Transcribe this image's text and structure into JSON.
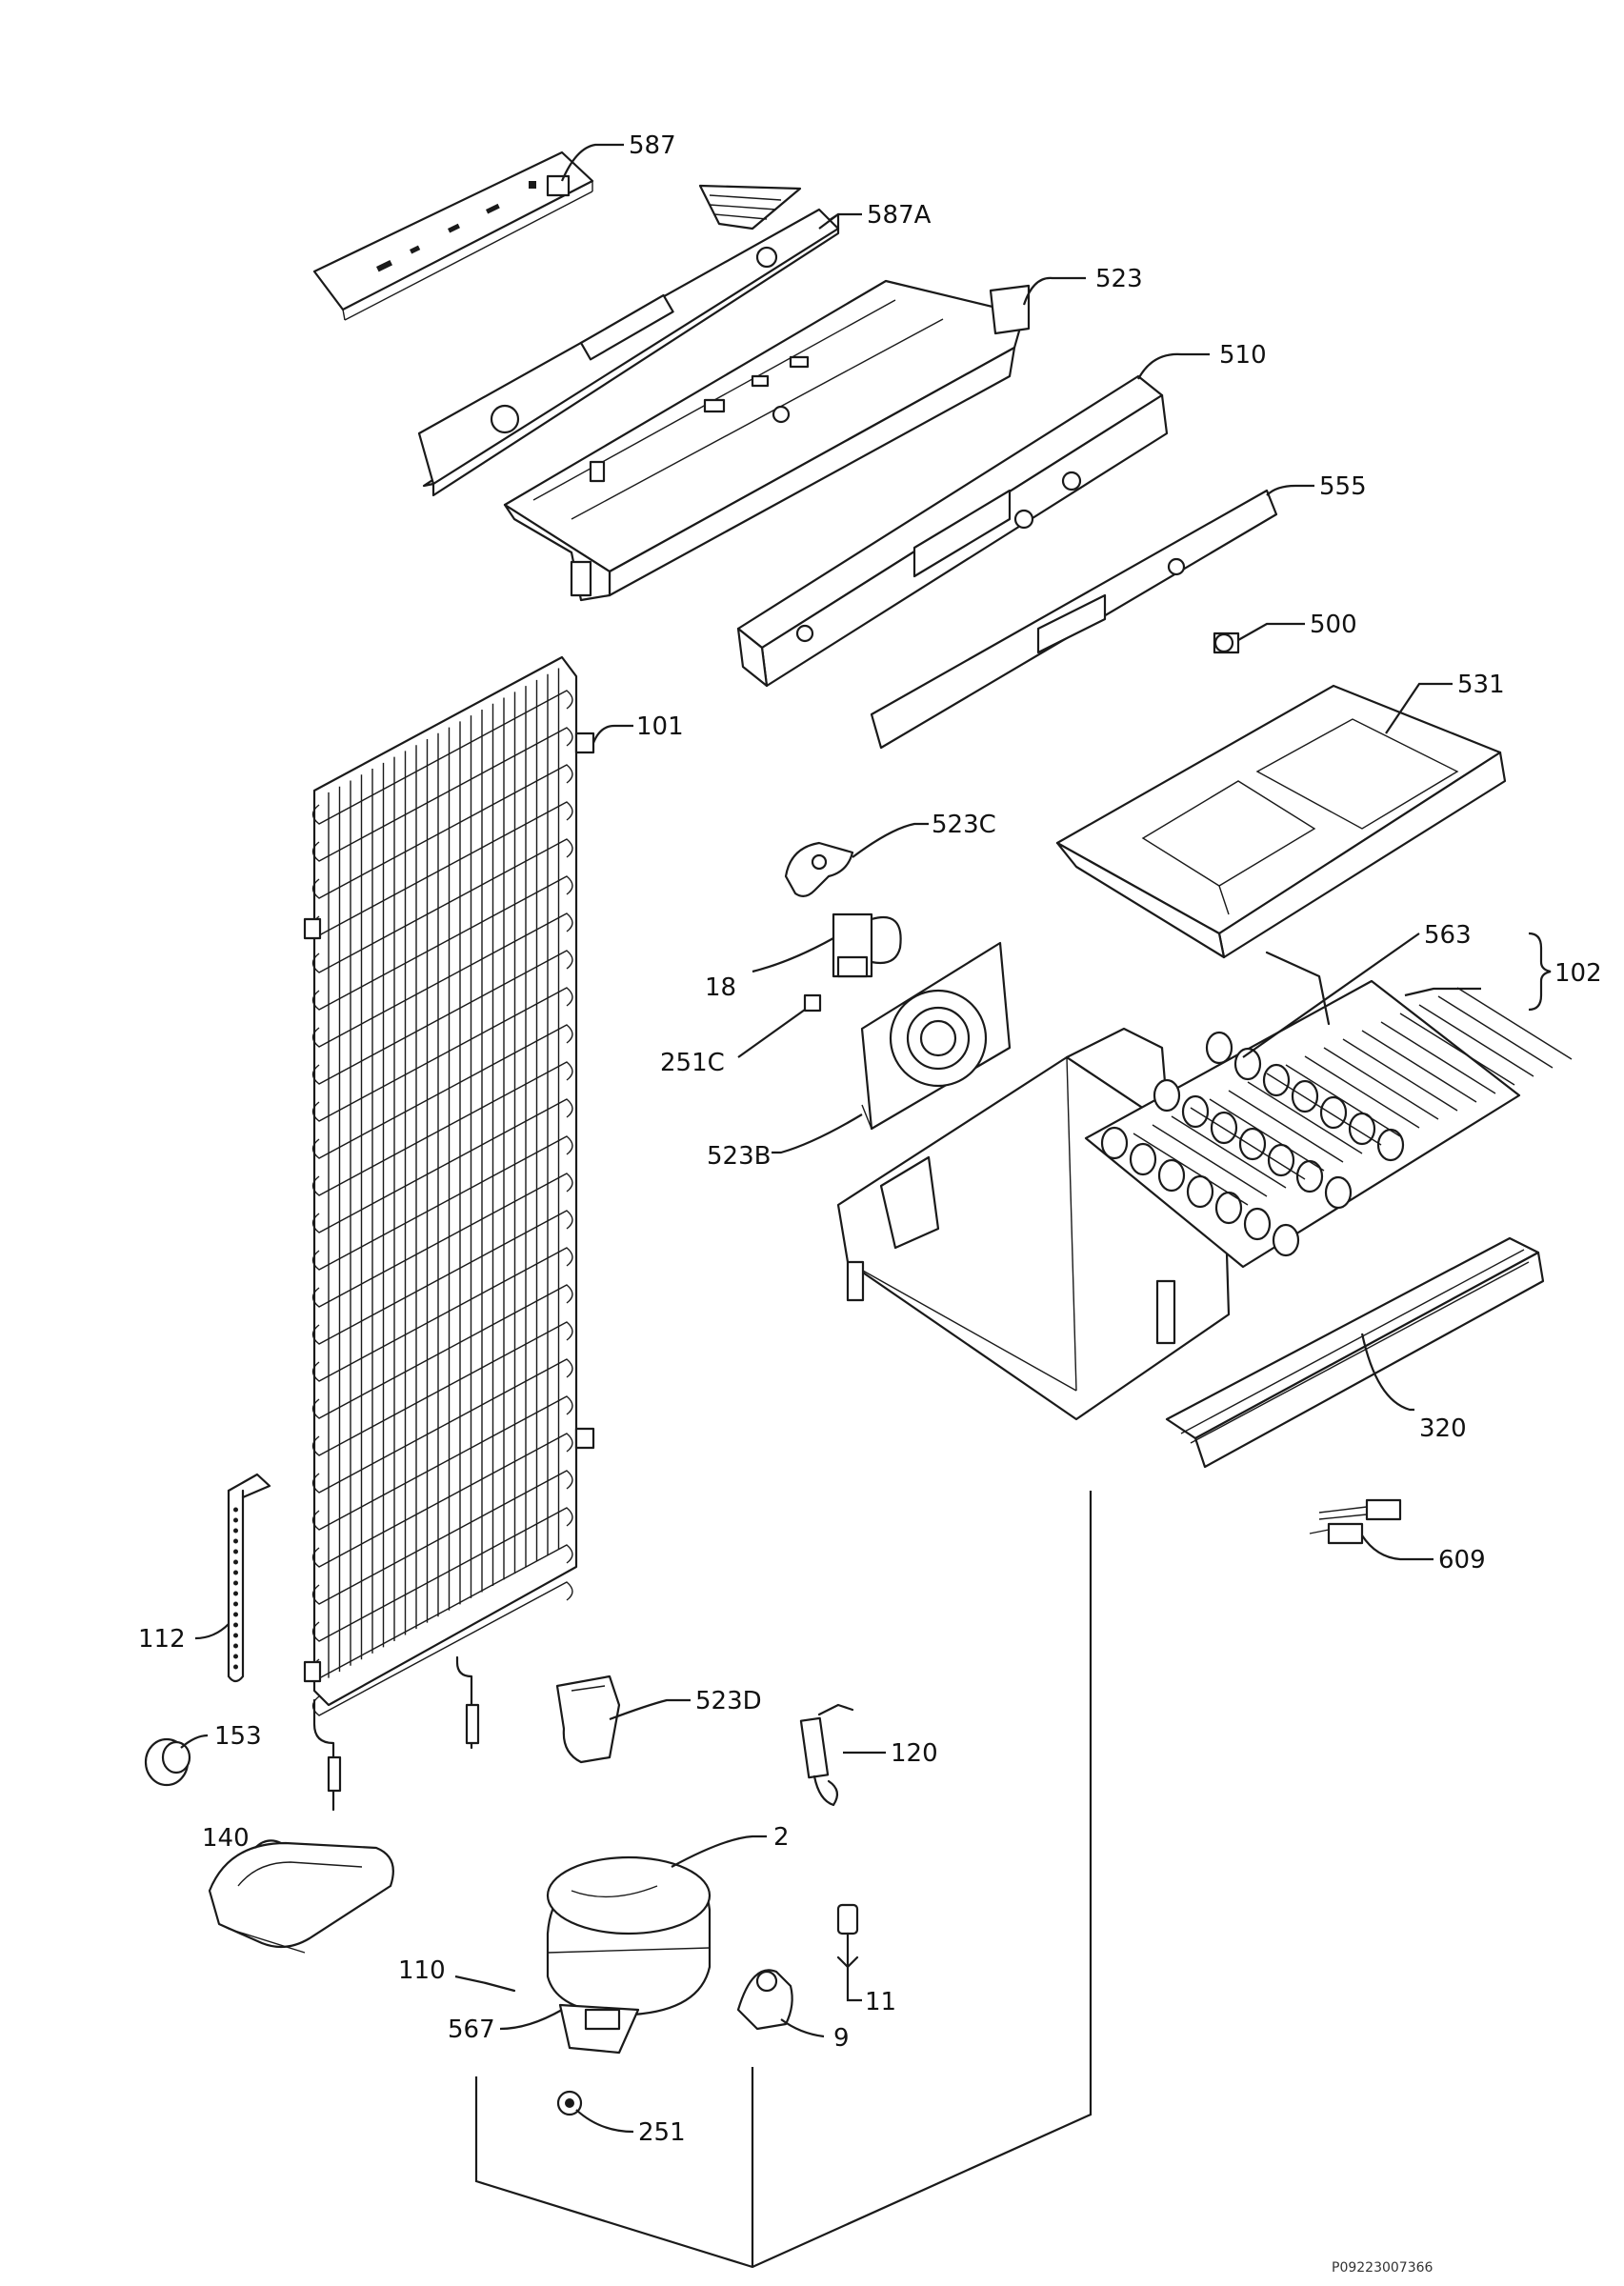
{
  "diagram": {
    "callouts": [
      {
        "id": "587",
        "label": "587"
      },
      {
        "id": "587A",
        "label": "587A"
      },
      {
        "id": "523",
        "label": "523"
      },
      {
        "id": "510",
        "label": "510"
      },
      {
        "id": "555",
        "label": "555"
      },
      {
        "id": "500",
        "label": "500"
      },
      {
        "id": "531",
        "label": "531"
      },
      {
        "id": "101",
        "label": "101"
      },
      {
        "id": "523C",
        "label": "523C"
      },
      {
        "id": "563",
        "label": "563"
      },
      {
        "id": "102",
        "label": "102"
      },
      {
        "id": "18",
        "label": "18"
      },
      {
        "id": "251C",
        "label": "251C"
      },
      {
        "id": "523B",
        "label": "523B"
      },
      {
        "id": "320",
        "label": "320"
      },
      {
        "id": "609",
        "label": "609"
      },
      {
        "id": "112",
        "label": "112"
      },
      {
        "id": "523D",
        "label": "523D"
      },
      {
        "id": "153",
        "label": "153"
      },
      {
        "id": "120",
        "label": "120"
      },
      {
        "id": "140",
        "label": "140"
      },
      {
        "id": "2",
        "label": "2"
      },
      {
        "id": "110",
        "label": "110"
      },
      {
        "id": "567",
        "label": "567"
      },
      {
        "id": "11",
        "label": "11"
      },
      {
        "id": "9",
        "label": "9"
      },
      {
        "id": "251",
        "label": "251"
      }
    ],
    "footer_code": "P09223007366"
  }
}
